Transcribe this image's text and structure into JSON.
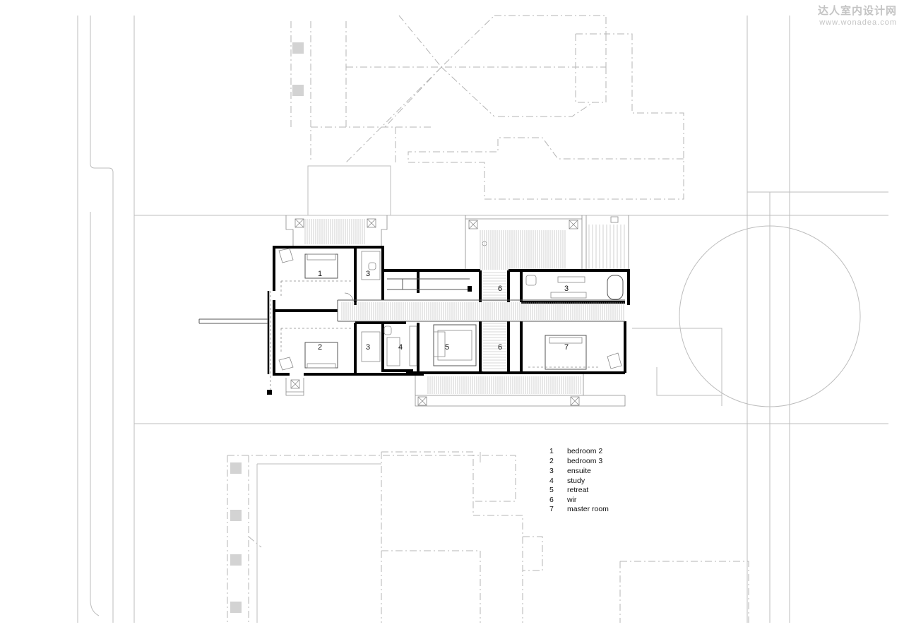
{
  "watermark": {
    "name_cn": "达人室内设计网",
    "url": "www.wonadea.com"
  },
  "rooms": [
    {
      "id": "r1",
      "number": "1"
    },
    {
      "id": "r3a",
      "number": "3"
    },
    {
      "id": "r2",
      "number": "2"
    },
    {
      "id": "r3b",
      "number": "3"
    },
    {
      "id": "r4",
      "number": "4"
    },
    {
      "id": "r5",
      "number": "5"
    },
    {
      "id": "r6a",
      "number": "6"
    },
    {
      "id": "r6b",
      "number": "6"
    },
    {
      "id": "r3c",
      "number": "3"
    },
    {
      "id": "r7",
      "number": "7"
    }
  ],
  "legend": [
    {
      "number": "1",
      "label": "bedroom 2"
    },
    {
      "number": "2",
      "label": "bedroom 3"
    },
    {
      "number": "3",
      "label": "ensuite"
    },
    {
      "number": "4",
      "label": "study"
    },
    {
      "number": "5",
      "label": "retreat"
    },
    {
      "number": "6",
      "label": "wir"
    },
    {
      "number": "7",
      "label": "master room"
    }
  ],
  "colors": {
    "wall": "#000000",
    "context_line": "#bdbdbd",
    "watermark": "#c4c4c4"
  }
}
